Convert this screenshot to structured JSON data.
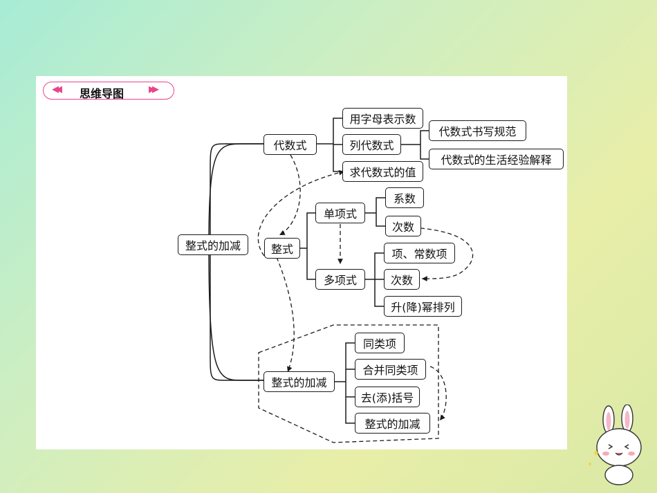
{
  "header": {
    "title": "思维导图"
  },
  "nodes": {
    "root": "整式的加减",
    "b1": "代数式",
    "b1_c1": "用字母表示数",
    "b1_c2": "列代数式",
    "b1_c2_c1": "代数式书写规范",
    "b1_c2_c2": "代数式的生活经验解释",
    "b1_c3": "求代数式的值",
    "b2": "整式",
    "b2_c1": "单项式",
    "b2_c1_c1": "系数",
    "b2_c1_c2": "次数",
    "b2_c2": "多项式",
    "b2_c2_c1": "项、常数项",
    "b2_c2_c2": "次数",
    "b2_c2_c3": "升(降)幂排列",
    "b3": "整式的加减",
    "b3_c1": "同类项",
    "b3_c2": "合并同类项",
    "b3_c3": "去(添)括号",
    "b3_c4": "整式的加减"
  },
  "colors": {
    "accent": "#e9458a",
    "line": "#1a1a1a"
  },
  "icons": {
    "header_left": "double-chevron-left-icon",
    "header_right": "double-chevron-right-icon",
    "mascot": "bunny-mascot-icon"
  }
}
